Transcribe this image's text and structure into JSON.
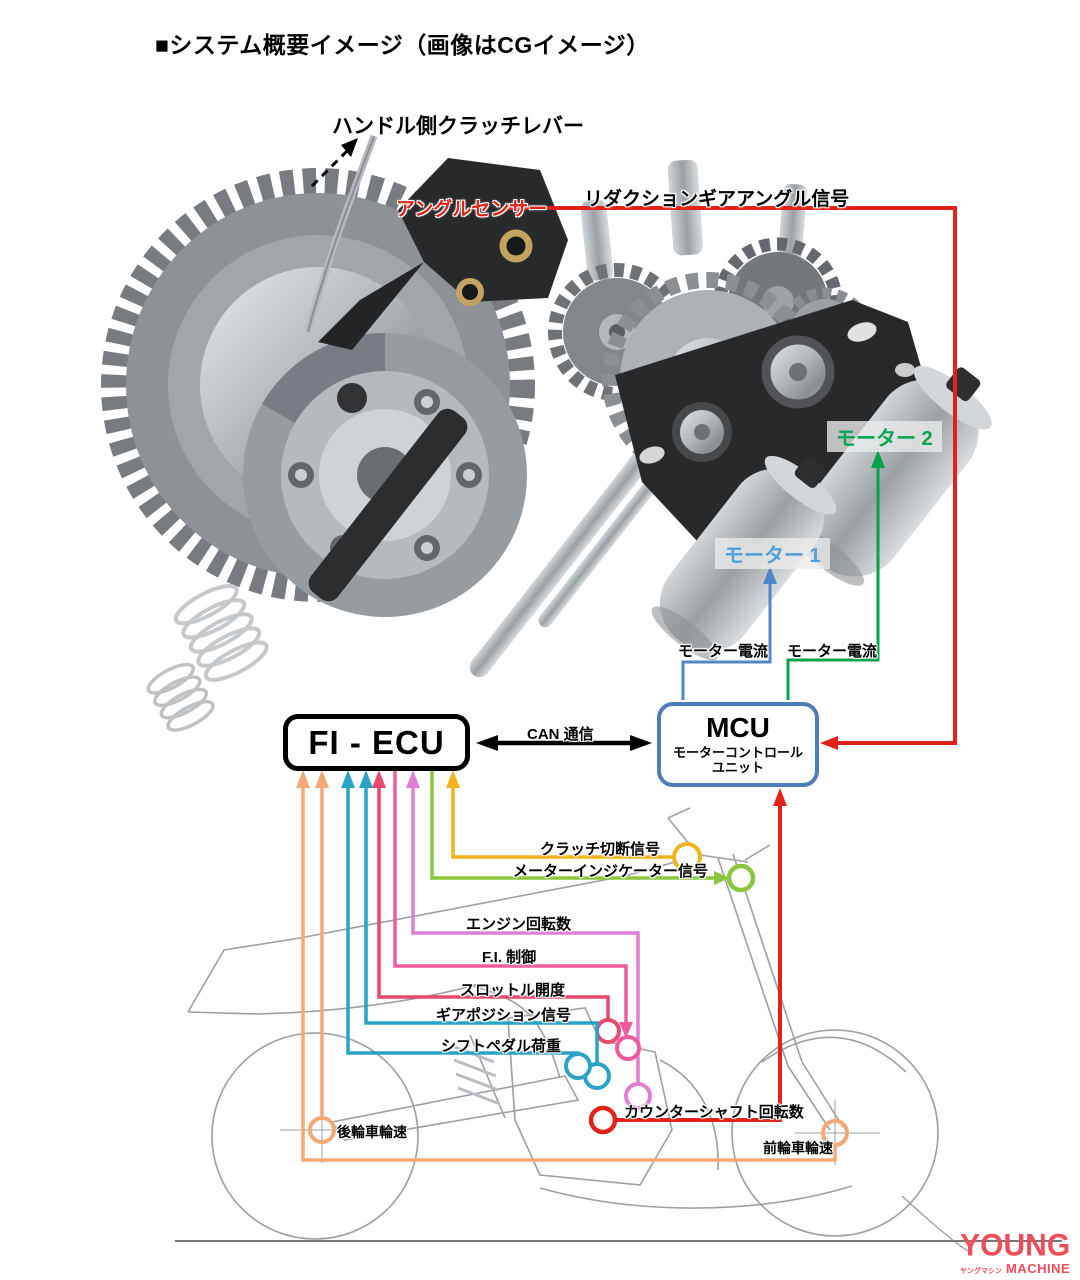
{
  "page": {
    "title": "■システム概要イメージ（画像はCGイメージ）"
  },
  "cg": {
    "clutch_lever": "ハンドル側クラッチレバー",
    "angle_sensor": "アングルセンサー",
    "reduction_signal": "リダクションギアアングル信号",
    "motor1": "モーター 1",
    "motor2": "モーター 2",
    "motor1_current": "モーター電流",
    "motor2_current": "モーター電流"
  },
  "ecu": {
    "fi_ecu": "FI - ECU",
    "can": "CAN 通信",
    "mcu": "MCU",
    "mcu_line1": "モーターコントロール",
    "mcu_line2": "ユニット"
  },
  "signals": {
    "clutch_cut": "クラッチ切断信号",
    "meter_indicator": "メーターインジケーター信号",
    "engine_rpm": "エンジン回転数",
    "fi_control": "F.I. 制御",
    "throttle": "スロットル開度",
    "gear_position": "ギアポジション信号",
    "shift_pedal": "シフトペダル荷重",
    "countershaft": "カウンターシャフト回転数",
    "rear_wheel_speed": "後輪車輪速",
    "front_wheel_speed": "前輪車輪速"
  },
  "colors": {
    "red": "#E02318",
    "blue_line": "#4F86C5",
    "green_line": "#00A14B",
    "motor1_text": "#4FA0D8",
    "motor2_text": "#00A651",
    "mcu_border": "#4F7DBA",
    "amber": "#F2B31B",
    "yellow_green": "#8CC63F",
    "orchid": "#E07ED3",
    "deep_pink": "#EF5B9C",
    "crimson": "#E9486F",
    "teal": "#29A3C6",
    "orange": "#F4A873"
  },
  "logo": {
    "young": "YOUNG",
    "kana": "ヤングマシン",
    "machine": "MACHINE"
  }
}
